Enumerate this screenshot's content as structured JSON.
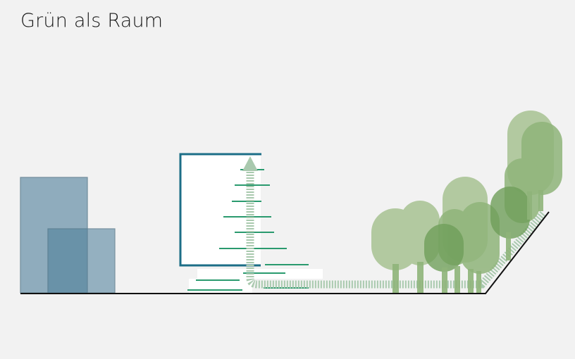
{
  "title": "Grün als Raum",
  "colors": {
    "background": "#f2f2f2",
    "building_fill": "#8aa9bb",
    "building_overlap": "#6992a8",
    "building_stroke": "#6a8797",
    "frame_stroke": "#1c6e87",
    "terrace_lines": "#2a9a6e",
    "arrow_green": "#a9c9ae",
    "tree_light": "#a7c292",
    "tree_mid": "#8fb47a",
    "tree_dark": "#6f9f5a",
    "ground": "#111111"
  },
  "elements": [
    "buildings",
    "green-facade-frame",
    "green-corridor-arrow",
    "tree-canopy",
    "ground-line"
  ]
}
